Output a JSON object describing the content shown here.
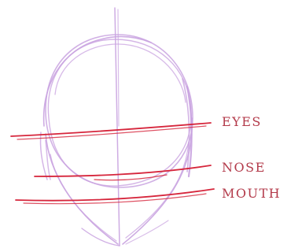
{
  "labels": {
    "eyes": "EYES",
    "nose": "NOSE",
    "mouth": "MOUTH"
  },
  "colors": {
    "sketch_lines": "#c9a3e0",
    "guide_lines": "#d6263c",
    "label_text": "#b33a4a",
    "background": "#ffffff"
  }
}
